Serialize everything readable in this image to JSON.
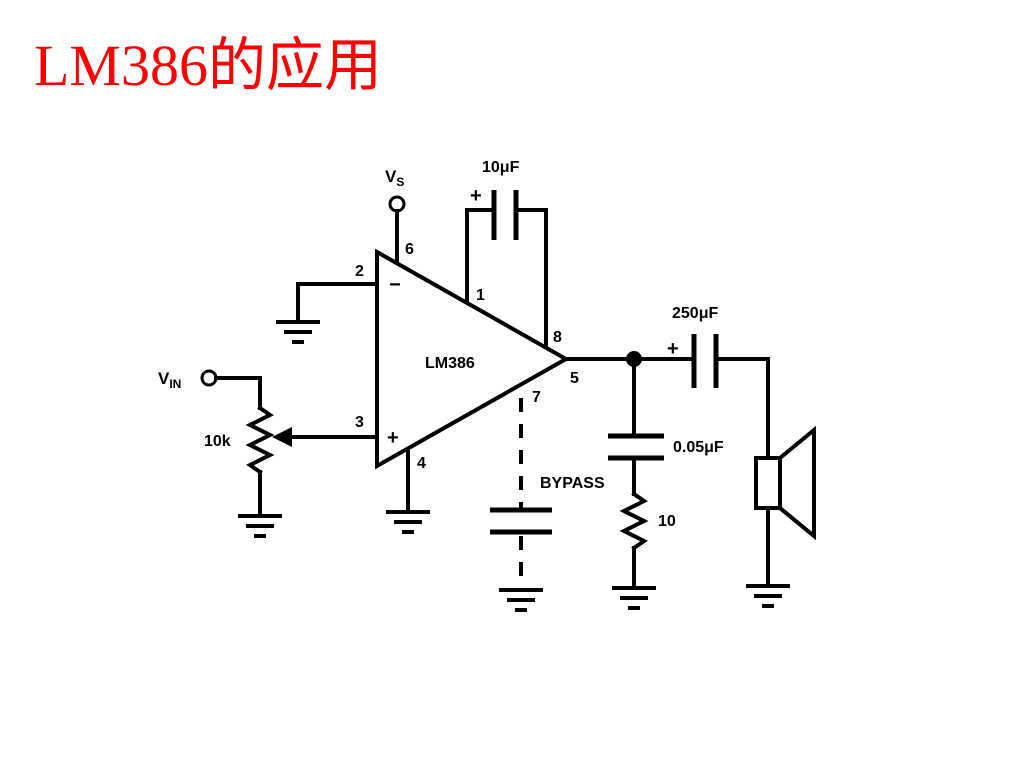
{
  "title": {
    "text": "LM386的应用",
    "color": "#ff0000"
  },
  "labels": {
    "vs": "V",
    "vs_sub": "S",
    "vin": "V",
    "vin_sub": "IN",
    "pin6": "6",
    "pin2": "2",
    "pin1": "1",
    "pin8": "8",
    "pin5": "5",
    "pin7": "7",
    "pin3": "3",
    "pin4": "4",
    "minus": "−",
    "plus_in": "+",
    "amp": "LM386",
    "cap_gain": "10μF",
    "cap_gain_plus": "+",
    "cap_out": "250μF",
    "cap_out_plus": "+",
    "cap_zobel": "0.05μF",
    "res_zobel": "10",
    "pot": "10k",
    "bypass": "BYPASS"
  },
  "colors": {
    "ink": "#000000",
    "background": "#ffffff"
  }
}
